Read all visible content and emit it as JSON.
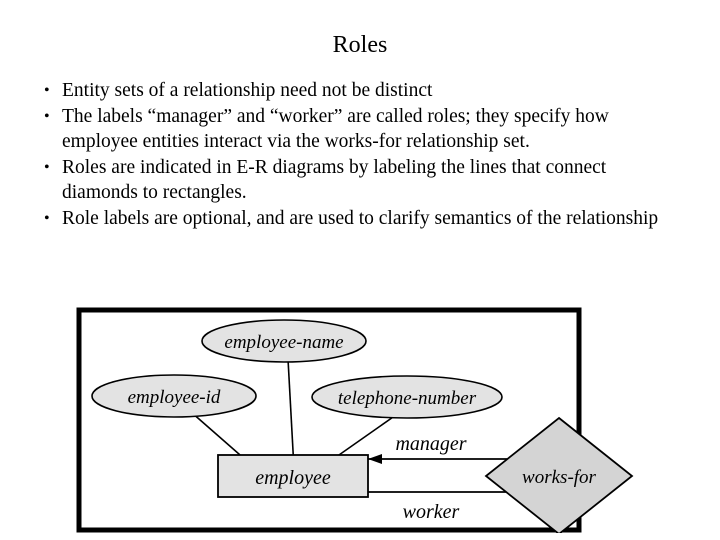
{
  "slide": {
    "title": "Roles",
    "bullet_marker": "•",
    "bullets": [
      "Entity sets of a relationship need not be distinct",
      "The labels “manager” and “worker” are called roles; they specify how employee entities interact via the works-for relationship set.",
      "Roles are indicated in E-R diagrams by labeling the lines that connect diamonds to rectangles.",
      "Role labels are optional, and are used to clarify semantics of the relationship"
    ]
  },
  "figure": {
    "name": "er-diagram-works-for",
    "entities": [
      {
        "id": "employee",
        "label": "employee",
        "shape": "rectangle"
      }
    ],
    "attributes": [
      {
        "id": "employee-name",
        "label": "employee-name",
        "shape": "ellipse"
      },
      {
        "id": "employee-id",
        "label": "employee-id",
        "shape": "ellipse"
      },
      {
        "id": "telephone-number",
        "label": "telephone-number",
        "shape": "ellipse"
      }
    ],
    "relationships": [
      {
        "id": "works-for",
        "label": "works-for",
        "shape": "diamond"
      }
    ],
    "role_labels": [
      {
        "id": "manager",
        "label": "manager"
      },
      {
        "id": "worker",
        "label": "worker"
      }
    ],
    "colors": {
      "shape_fill": "#e3e3e3",
      "outline": "#000000",
      "border": "#000000",
      "background": "#ffffff"
    }
  }
}
